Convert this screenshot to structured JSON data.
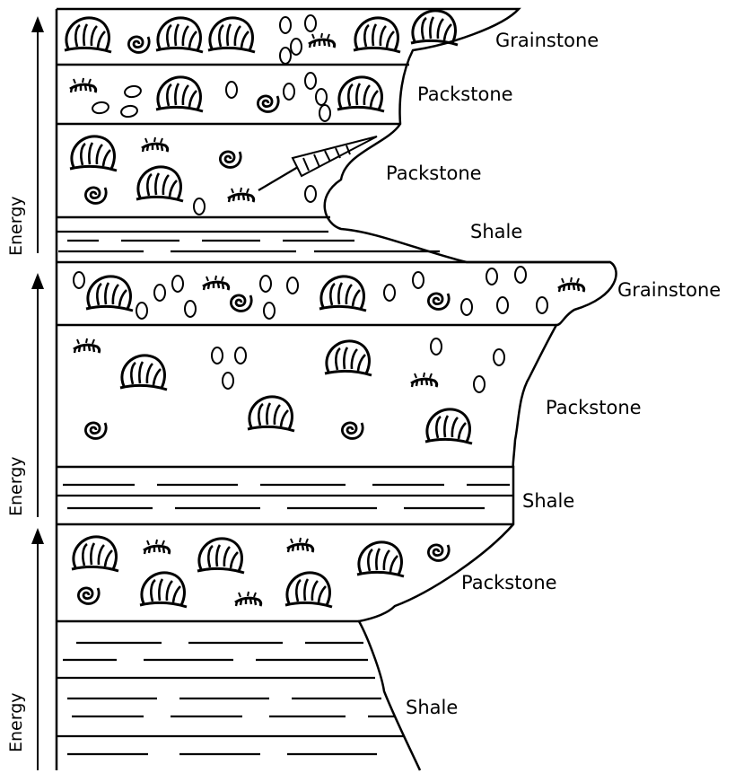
{
  "energy_label": "Energy",
  "units": [
    {
      "label": "Grainstone"
    },
    {
      "label": "Packstone"
    },
    {
      "label": "Packstone"
    },
    {
      "label": "Shale"
    },
    {
      "label": "Grainstone"
    },
    {
      "label": "Packstone"
    },
    {
      "label": "Shale"
    },
    {
      "label": "Packstone"
    },
    {
      "label": "Shale"
    }
  ],
  "icons": {
    "shell": "brachiopod-shell-icon",
    "gastropod": "coiled-gastropod-icon",
    "ooid": "ooid-grain-icon",
    "trilobite": "trilobite-fragment-icon",
    "crinoid": "crinoid-stem-icon"
  }
}
